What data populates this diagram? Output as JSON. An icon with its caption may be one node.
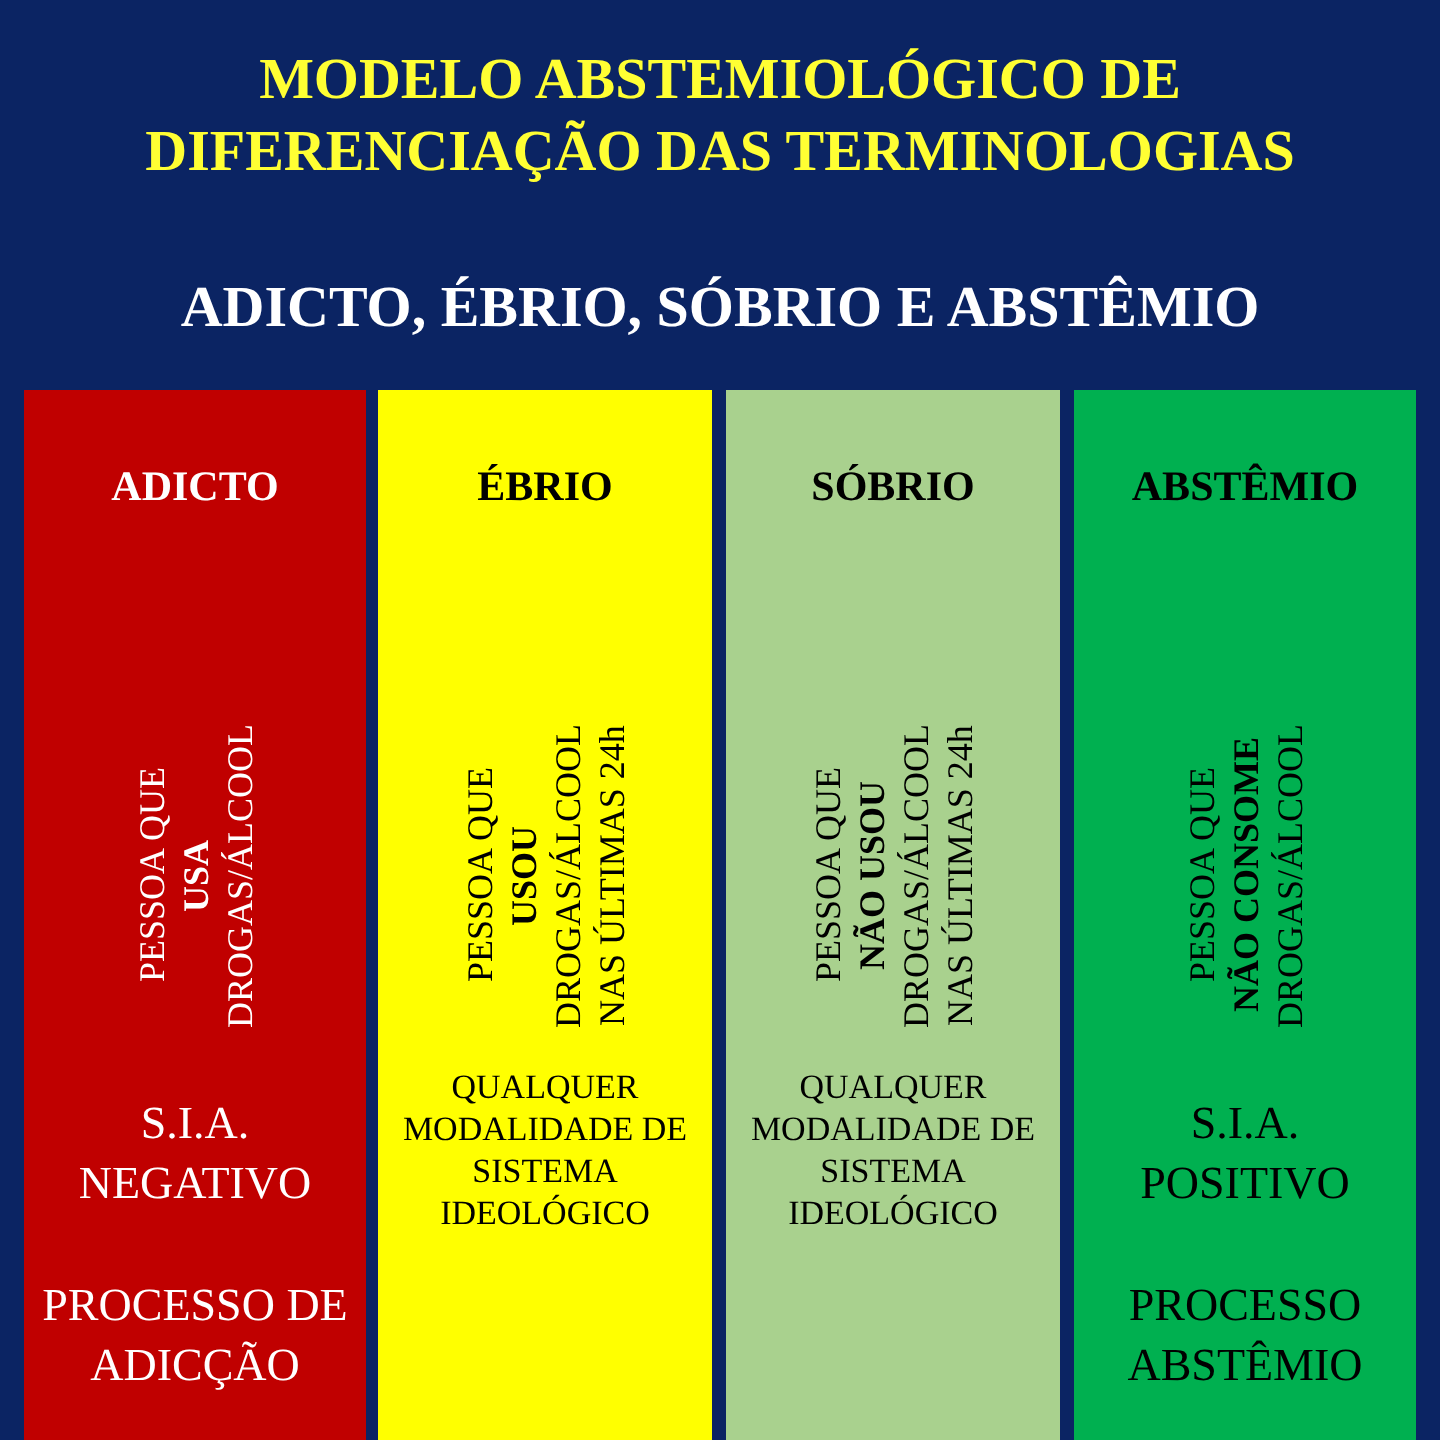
{
  "diagram": {
    "title": "MODELO ABSTEMIOLÓGICO DE DIFERENCIAÇÃO DAS TERMINOLOGIAS",
    "nodes": [
      {
        "text": [
          "ADICTO",
          "PESSOA QUE **USA** DROGAS/ÁLCOOL",
          "S.I.A. NEGATIVO",
          "PROCESSO DE ADICÇÃO"
        ]
      },
      {
        "text": [
          "ÉBRIO",
          "PESSOA QUE **USOU** DROGAS/ÁLCOOL NAS ÚLTIMAS 24h",
          "QUALQUER MODALIDADE DE SISTEMA IDEOLÓGICO"
        ]
      },
      {
        "text": [
          "SÓBRIO",
          "PESSOA QUE **NÃO USOU** DROGAS/ÁLCOOL NAS ÚLTIMAS 24h",
          "QUALQUER MODALIDADE DE SISTEMA IDEOLÓGICO"
        ]
      },
      {
        "text": [
          "ABSTÊMIO",
          "PESSOA QUE **NÃO CONSOME** DROGAS/ÁLCOOL",
          "S.I.A. POSITIVO",
          "PROCESSO ABSTÊMIO"
        ]
      }
    ],
    "labels": [
      "ADICTO, ÉBRIO, SÓBRIO E ABSTÊMIO"
    ]
  }
}
